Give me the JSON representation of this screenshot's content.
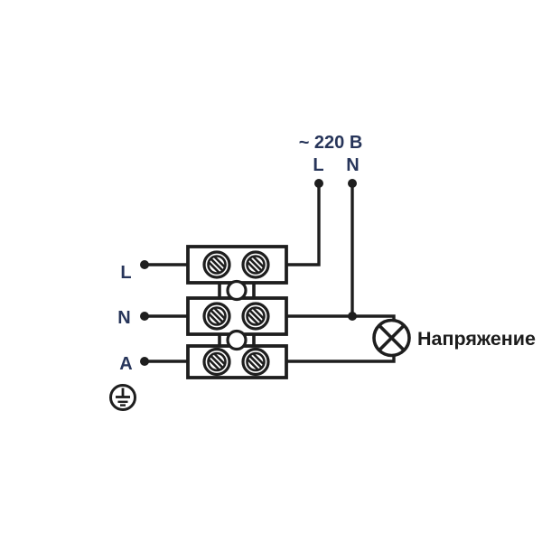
{
  "diagram": {
    "kind": "terminal-block-wiring-diagram",
    "background": "#ffffff",
    "line_color": "#1e1e1e",
    "label_color": "#27355a",
    "annotation_color": "#1c1c1c"
  },
  "supply": {
    "voltage_label": "~ 220 В",
    "phase_label": "L",
    "neutral_label": "N"
  },
  "terminal_block": {
    "rows": [
      {
        "label": "L"
      },
      {
        "label": "N"
      },
      {
        "label": "A"
      }
    ]
  },
  "indicator": {
    "label": "Напряжение"
  },
  "icons": {
    "lamp": "indicator-lamp-icon",
    "earth": "protective-earth-icon",
    "screw": "screw-terminal-icon"
  }
}
